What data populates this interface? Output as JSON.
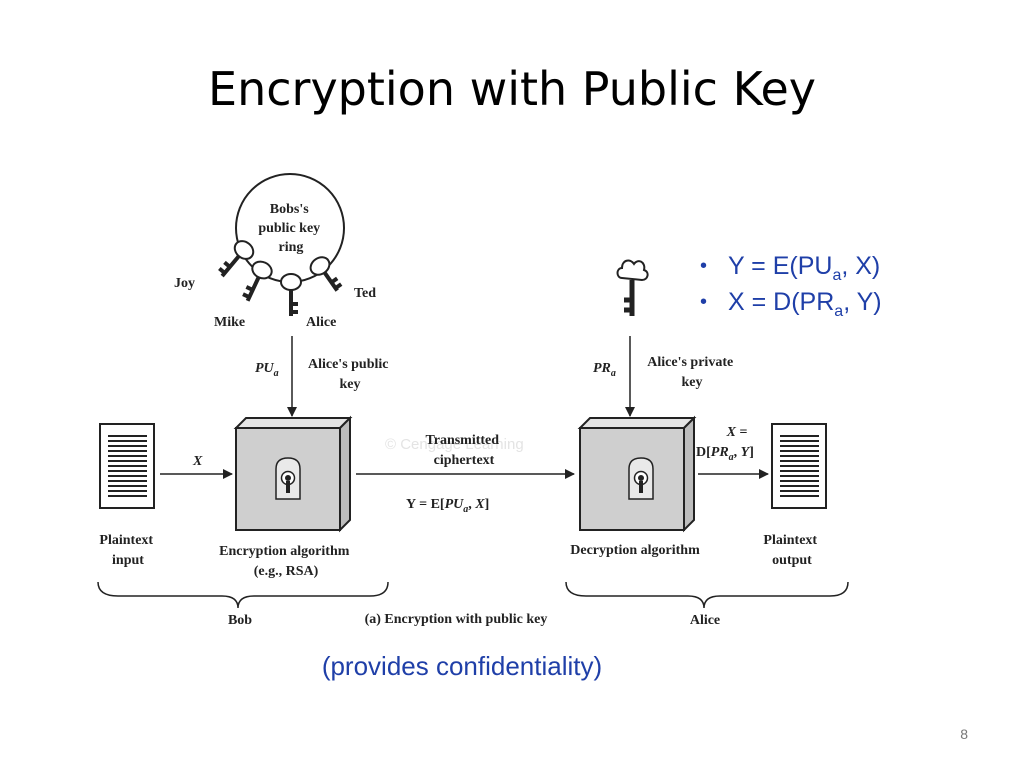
{
  "slide": {
    "title": "Encryption with Public Key",
    "page_number": "8",
    "caption": "(provides confidentiality)"
  },
  "bullets": [
    {
      "lhs": "Y = E(PU",
      "sub": "a",
      "rhs": ", X)"
    },
    {
      "lhs": "X = D(PR",
      "sub": "a",
      "rhs": ", Y)"
    }
  ],
  "diagram": {
    "keyring_label": [
      "Bobs's",
      "public key",
      "ring"
    ],
    "ring_names": {
      "joy": "Joy",
      "mike": "Mike",
      "alice": "Alice",
      "ted": "Ted"
    },
    "pub_key_symbol": {
      "main": "PU",
      "sub": "a"
    },
    "pub_key_label": [
      "Alice's public",
      "key"
    ],
    "priv_key_symbol": {
      "main": "PR",
      "sub": "a"
    },
    "priv_key_label": [
      "Alice's private",
      "key"
    ],
    "input_symbol": "X",
    "transmitted_label": [
      "Transmitted",
      "ciphertext"
    ],
    "cipher_formula": {
      "pre": "Y = E[",
      "a": "PU",
      "sub": "a",
      "mid": ", ",
      "b": "X",
      "post": "]"
    },
    "output_formula": {
      "line1": "X =",
      "pre": "D[",
      "a": "PR",
      "sub": "a",
      "mid": ", ",
      "b": "Y",
      "post": "]"
    },
    "plaintext_input": [
      "Plaintext",
      "input"
    ],
    "plaintext_output": [
      "Plaintext",
      "output"
    ],
    "encryption_label": [
      "Encryption algorithm",
      "(e.g., RSA)"
    ],
    "decryption_label": "Decryption algorithm",
    "bob": "Bob",
    "alice": "Alice",
    "sub_caption": "(a) Encryption with public key",
    "watermark": "© Cengage Learning"
  }
}
